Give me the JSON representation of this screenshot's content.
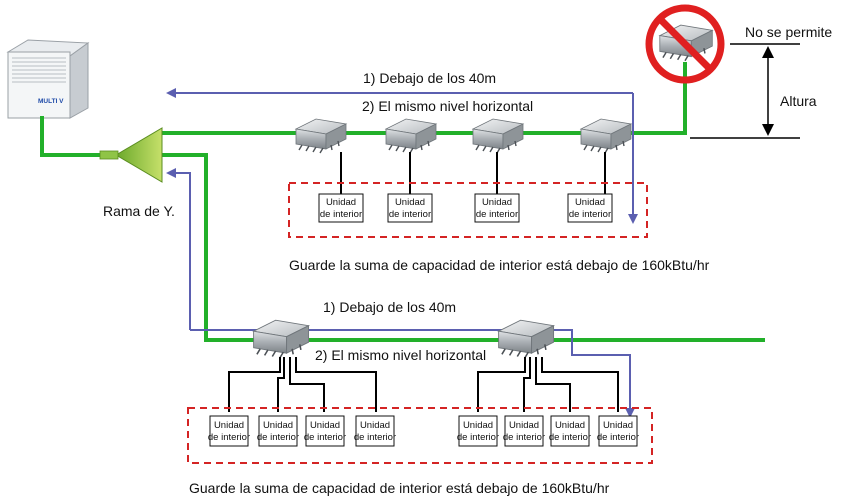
{
  "texts": {
    "not_allowed": "No se permite",
    "height": "Altura",
    "top_route_length": "1) Debajo de los 40m",
    "top_route_level": "2) El mismo nivel horizontal",
    "y_branch": "Rama de Y.",
    "top_capacity_note": "Guarde la suma de capacidad de interior está debajo de 160kBtu/hr",
    "bottom_route_length": "1) Debajo de los 40m",
    "bottom_route_level": "2) El mismo nivel horizontal",
    "bottom_capacity_note": "Guarde la suma de capacidad de interior está debajo de 160kBtu/hr"
  },
  "outdoor_unit": {
    "brand": "MULTI V"
  },
  "indoor_unit": {
    "line1": "Unidad",
    "line2": "de interior"
  },
  "colors": {
    "pipe": "#22b02a",
    "route_arrow": "#5b5fb0",
    "group_border": "#d42424",
    "prohibition": "#e02020",
    "y_branch": "#9ccc3c"
  },
  "icons": [
    "outdoor-unit-icon",
    "y-branch-icon",
    "distributor-box-icon",
    "prohibition-icon"
  ]
}
